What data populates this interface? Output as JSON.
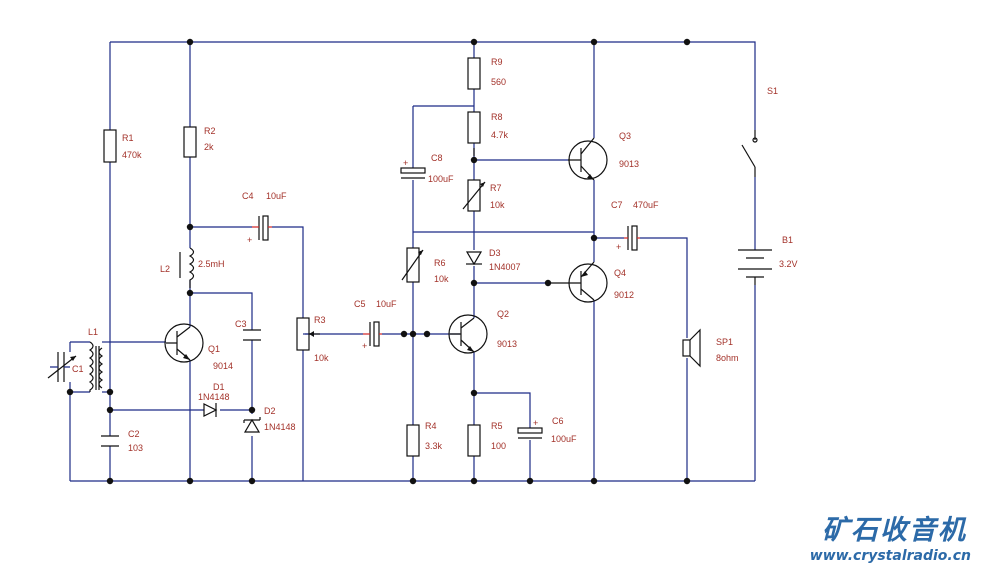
{
  "components": {
    "R1": {
      "ref": "R1",
      "value": "470k"
    },
    "R2": {
      "ref": "R2",
      "value": "2k"
    },
    "R3": {
      "ref": "R3",
      "value": "10k"
    },
    "R4": {
      "ref": "R4",
      "value": "3.3k"
    },
    "R5": {
      "ref": "R5",
      "value": "100"
    },
    "R6": {
      "ref": "R6",
      "value": "10k"
    },
    "R7": {
      "ref": "R7",
      "value": "10k"
    },
    "R8": {
      "ref": "R8",
      "value": "4.7k"
    },
    "R9": {
      "ref": "R9",
      "value": "560"
    },
    "C1": {
      "ref": "C1"
    },
    "C2": {
      "ref": "C2",
      "value": "103"
    },
    "C3": {
      "ref": "C3"
    },
    "C4": {
      "ref": "C4",
      "value": "10uF"
    },
    "C5": {
      "ref": "C5",
      "value": "10uF"
    },
    "C6": {
      "ref": "C6",
      "value": "100uF"
    },
    "C7": {
      "ref": "C7",
      "value": "470uF"
    },
    "C8": {
      "ref": "C8",
      "value": "100uF"
    },
    "L1": {
      "ref": "L1"
    },
    "L2": {
      "ref": "L2",
      "value": "2.5mH"
    },
    "D1": {
      "ref": "D1",
      "value": "1N4148"
    },
    "D2": {
      "ref": "D2",
      "value": "1N4148"
    },
    "D3": {
      "ref": "D3",
      "value": "1N4007"
    },
    "Q1": {
      "ref": "Q1",
      "value": "9014"
    },
    "Q2": {
      "ref": "Q2",
      "value": "9013"
    },
    "Q3": {
      "ref": "Q3",
      "value": "9013"
    },
    "Q4": {
      "ref": "Q4",
      "value": "9012"
    },
    "SP1": {
      "ref": "SP1",
      "value": "8ohm"
    },
    "B1": {
      "ref": "B1",
      "value": "3.2V"
    },
    "S1": {
      "ref": "S1"
    }
  },
  "brand": {
    "name": "矿石收音机",
    "url": "www.crystalradio.cn"
  },
  "colors": {
    "wire": "#1c2a86",
    "part": "#d12a2a",
    "label": "#a3322a",
    "brand": "#2c6aa8"
  }
}
